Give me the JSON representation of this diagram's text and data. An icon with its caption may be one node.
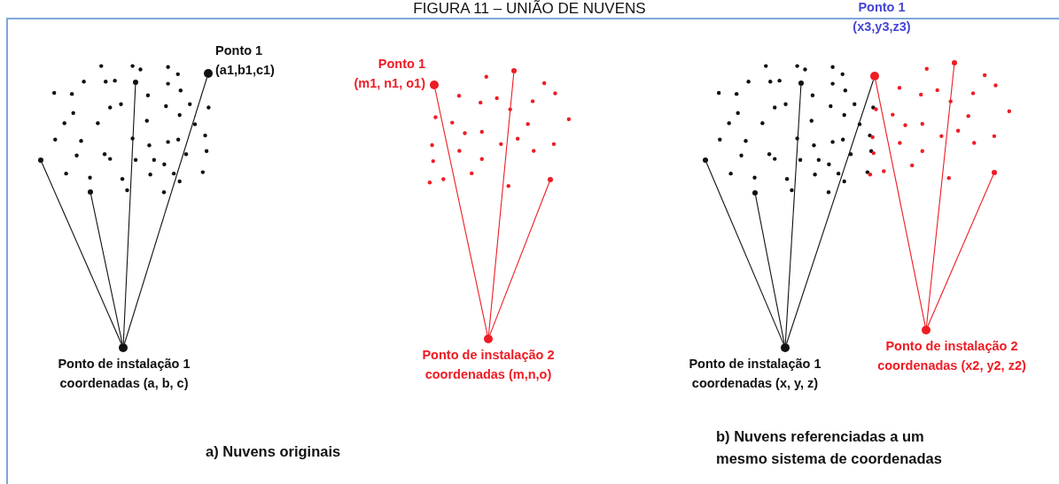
{
  "diagram": {
    "title": "FIGURA 11 – UNIÃO DE NUVENS",
    "nodes": [
      {
        "text": [
          "Ponto 1",
          "(a1,b1,c1)"
        ]
      },
      {
        "text": [
          "Ponto de instalação 1",
          "coordenadas (a, b, c)"
        ]
      },
      {
        "text": [],
        "shape": "circle"
      },
      {
        "text": [],
        "shape": "circle"
      },
      {
        "text": [],
        "shape": "circle"
      },
      {
        "text": [
          "Ponto 1",
          "(m1, n1, o1)"
        ]
      },
      {
        "text": [
          "Ponto de instalação 2",
          "coordenadas (m,n,o)"
        ]
      },
      {
        "text": [],
        "shape": "circle"
      },
      {
        "text": [],
        "shape": "circle"
      },
      {
        "text": [
          "Ponto 1",
          "(x3,y3,z3)"
        ]
      },
      {
        "text": [
          "Ponto de instalação 1",
          "coordenadas (x, y, z)"
        ]
      },
      {
        "text": [],
        "shape": "circle"
      },
      {
        "text": [],
        "shape": "circle"
      },
      {
        "text": [],
        "shape": "circle"
      },
      {
        "text": [
          "Ponto de instalação 2",
          "coordenadas (x2, y2, z2)"
        ]
      },
      {
        "text": [],
        "shape": "circle"
      },
      {
        "text": [],
        "shape": "circle"
      }
    ],
    "edges": [
      {
        "from": 1,
        "to": 2,
        "arrow": "none"
      },
      {
        "from": 1,
        "to": 3,
        "arrow": "none"
      },
      {
        "from": 1,
        "to": 4,
        "arrow": "none"
      },
      {
        "from": 1,
        "to": 0,
        "arrow": "none"
      },
      {
        "from": 6,
        "to": 5,
        "arrow": "none",
        "color": "#ee1c24"
      },
      {
        "from": 6,
        "to": 7,
        "arrow": "none",
        "color": "#ee1c24"
      },
      {
        "from": 6,
        "to": 8,
        "arrow": "none",
        "color": "#ee1c24"
      },
      {
        "from": 10,
        "to": 11,
        "arrow": "none"
      },
      {
        "from": 10,
        "to": 12,
        "arrow": "none"
      },
      {
        "from": 10,
        "to": 13,
        "arrow": "none"
      },
      {
        "from": 10,
        "to": 9,
        "arrow": "none"
      },
      {
        "from": 14,
        "to": 9,
        "arrow": "none",
        "color": "#ee1c24"
      },
      {
        "from": 14,
        "to": 15,
        "arrow": "none",
        "color": "#ee1c24"
      },
      {
        "from": 14,
        "to": 16,
        "arrow": "none",
        "color": "#ee1c24"
      }
    ],
    "labels": [
      "a) Nuvens originais",
      "b) Nuvens referenciadas a um mesmo sistema de coordenadas"
    ]
  }
}
